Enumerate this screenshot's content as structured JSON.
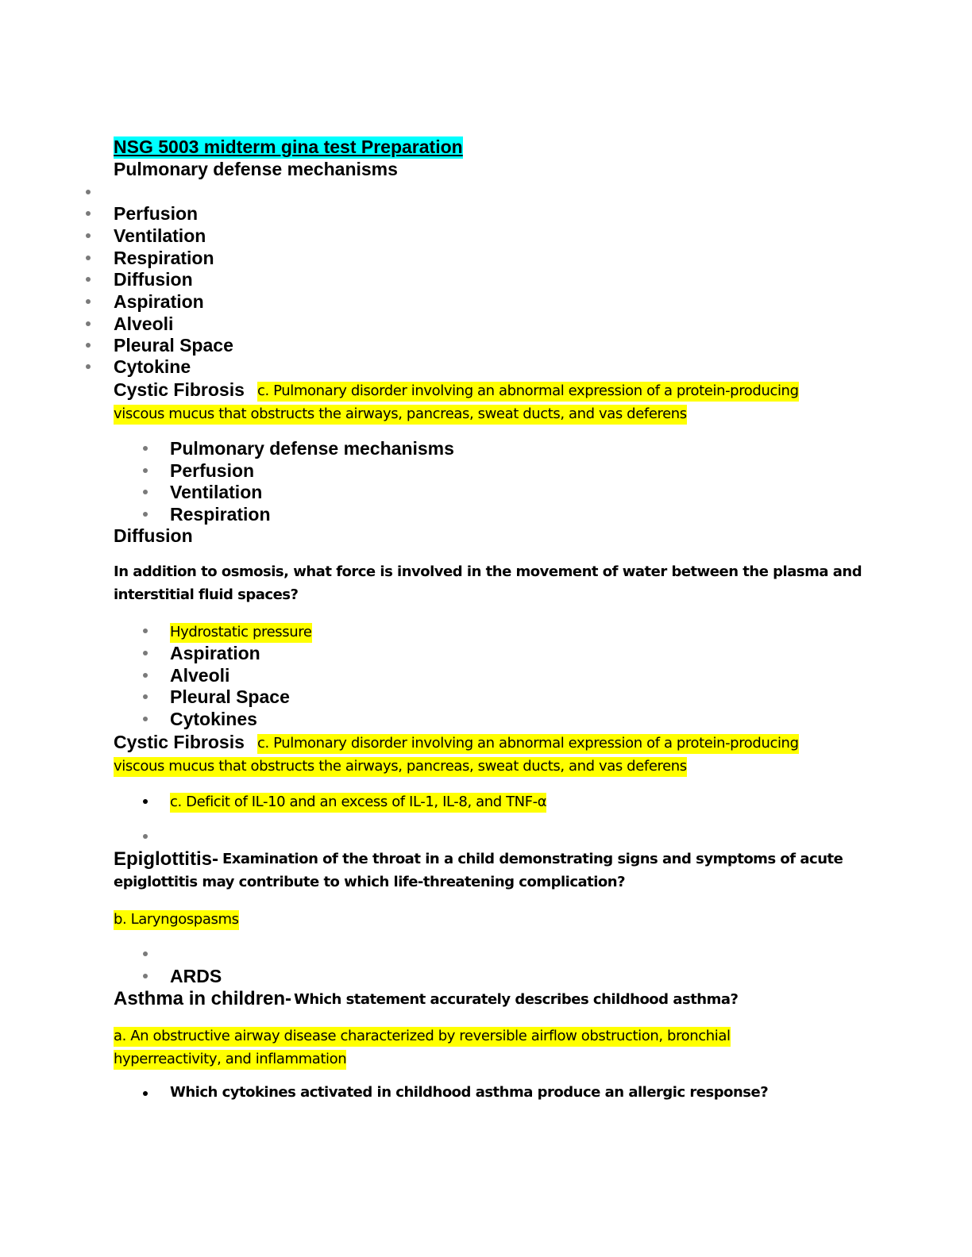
{
  "title": "NSG 5003 midterm gina test Preparation",
  "section1": {
    "heading": "Pulmonary defense mechanisms",
    "items": [
      "",
      "Perfusion",
      "Ventilation",
      "Respiration",
      "Diffusion",
      "Aspiration",
      "Alveoli",
      "Pleural Space",
      "Cytokine"
    ],
    "cf_label": "Cystic Fibrosis",
    "cf_answer_line1": "c. Pulmonary disorder involving an abnormal expression of a protein-producing",
    "cf_answer_line2": "viscous mucus that obstructs the airways, pancreas, sweat ducts, and vas deferens"
  },
  "section2": {
    "items": [
      "Pulmonary defense mechanisms",
      "Perfusion",
      "Ventilation",
      "Respiration"
    ],
    "diffusion": "Diffusion",
    "question_line1": "In addition to osmosis, what force is involved in the movement of water between the plasma and",
    "question_line2": "interstitial fluid spaces?",
    "answer": "Hydrostatic pressure",
    "items2": [
      "Aspiration",
      "Alveoli",
      "Pleural Space",
      "Cytokines"
    ],
    "cf_label": "Cystic Fibrosis",
    "cf_answer_line1": "c. Pulmonary disorder involving an abnormal expression of a protein-producing",
    "cf_answer_line2": "viscous mucus that obstructs the airways, pancreas, sweat ducts, and vas deferens",
    "cytokine_answer": "c. Deficit of IL-10 and an excess of IL-1, IL-8, and TNF-α"
  },
  "epiglottitis": {
    "label": "Epiglottitis-",
    "question_line1": " Examination of the throat in a child demonstrating signs and symptoms of acute",
    "question_line2": "epiglottitis may contribute to which life-threatening complication?",
    "answer": "b. Laryngospasms"
  },
  "ards": {
    "label": "ARDS"
  },
  "asthma": {
    "label": "Asthma in children-",
    "question": " Which statement accurately describes childhood asthma?",
    "answer_line1": "a. An obstructive airway disease characterized by reversible airflow obstruction, bronchial",
    "answer_line2": "hyperreactivity, and inflammation",
    "question2": "Which cytokines activated in childhood asthma produce an allergic response?"
  }
}
